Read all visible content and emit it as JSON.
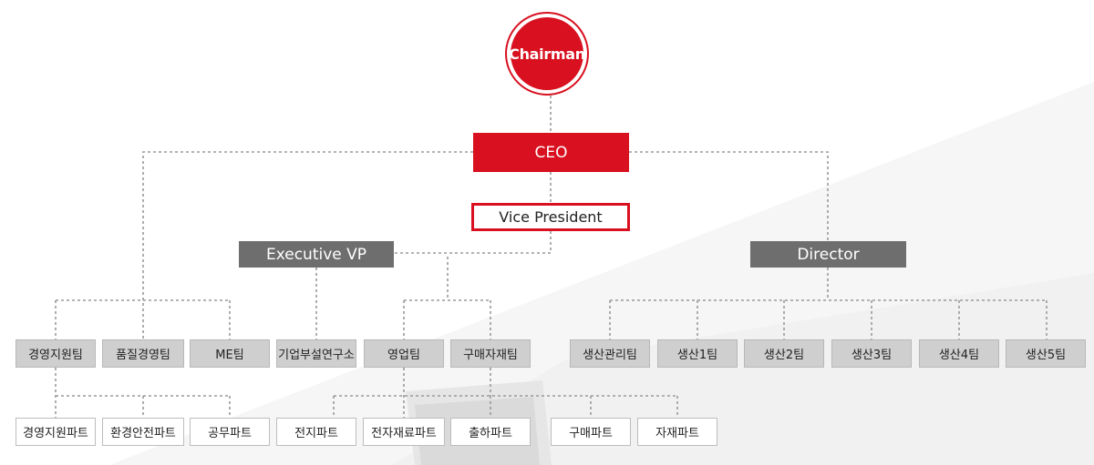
{
  "chairman": "Chairman",
  "ceo": "CEO",
  "vice_president": "Vice President",
  "executive_vp": "Executive VP",
  "director": "Director",
  "teams": [
    "경영지원팀",
    "품질경영팀",
    "ME팀",
    "기업부설연구소",
    "영업팀",
    "구매자재팀",
    "생산관리팀",
    "생산1팀",
    "생산2팀",
    "생산3팀",
    "생산4팀",
    "생산5팀"
  ],
  "parts": [
    "경영지원파트",
    "환경안전파트",
    "공무파트",
    "전지파트",
    "전자재료파트",
    "출하파트",
    "구매파트",
    "자재파트"
  ],
  "colors": {
    "accent_red": "#d8101f",
    "executive_gray": "#6e6e6e",
    "team_gray": "#cfcfcf",
    "connector": "#9a9a9a"
  }
}
